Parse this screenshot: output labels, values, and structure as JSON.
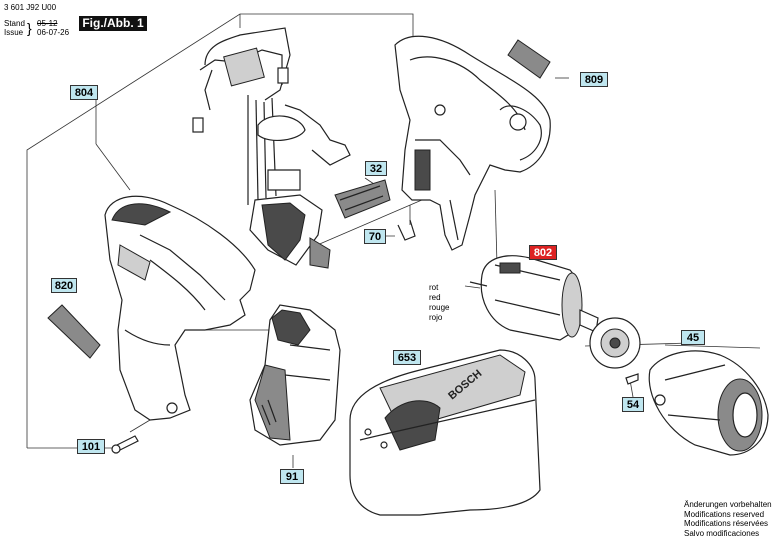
{
  "header": {
    "doc_number": "3 601 J92 U00",
    "stand_label": "Stand",
    "stand_value": "05-12",
    "issue_label": "Issue",
    "issue_value": "06-07-26",
    "fig_label": "Fig./Abb. 1"
  },
  "parts": [
    {
      "id": "804",
      "highlight": false
    },
    {
      "id": "809",
      "highlight": false
    },
    {
      "id": "32",
      "highlight": false
    },
    {
      "id": "70",
      "highlight": false
    },
    {
      "id": "820",
      "highlight": false
    },
    {
      "id": "802",
      "highlight": true
    },
    {
      "id": "653",
      "highlight": false
    },
    {
      "id": "45",
      "highlight": false
    },
    {
      "id": "54",
      "highlight": false
    },
    {
      "id": "101",
      "highlight": false
    },
    {
      "id": "91",
      "highlight": false
    }
  ],
  "wire_colors": [
    "rot",
    "red",
    "rouge",
    "rojo"
  ],
  "brand_text": "BOSCH",
  "modifications": [
    "Änderungen vorbehalten",
    "Modifications reserved",
    "Modifications réservées",
    "Salvo modificaciones"
  ],
  "colors": {
    "tag_fill": "#bfe6ef",
    "highlight_fill": "#d22222"
  }
}
